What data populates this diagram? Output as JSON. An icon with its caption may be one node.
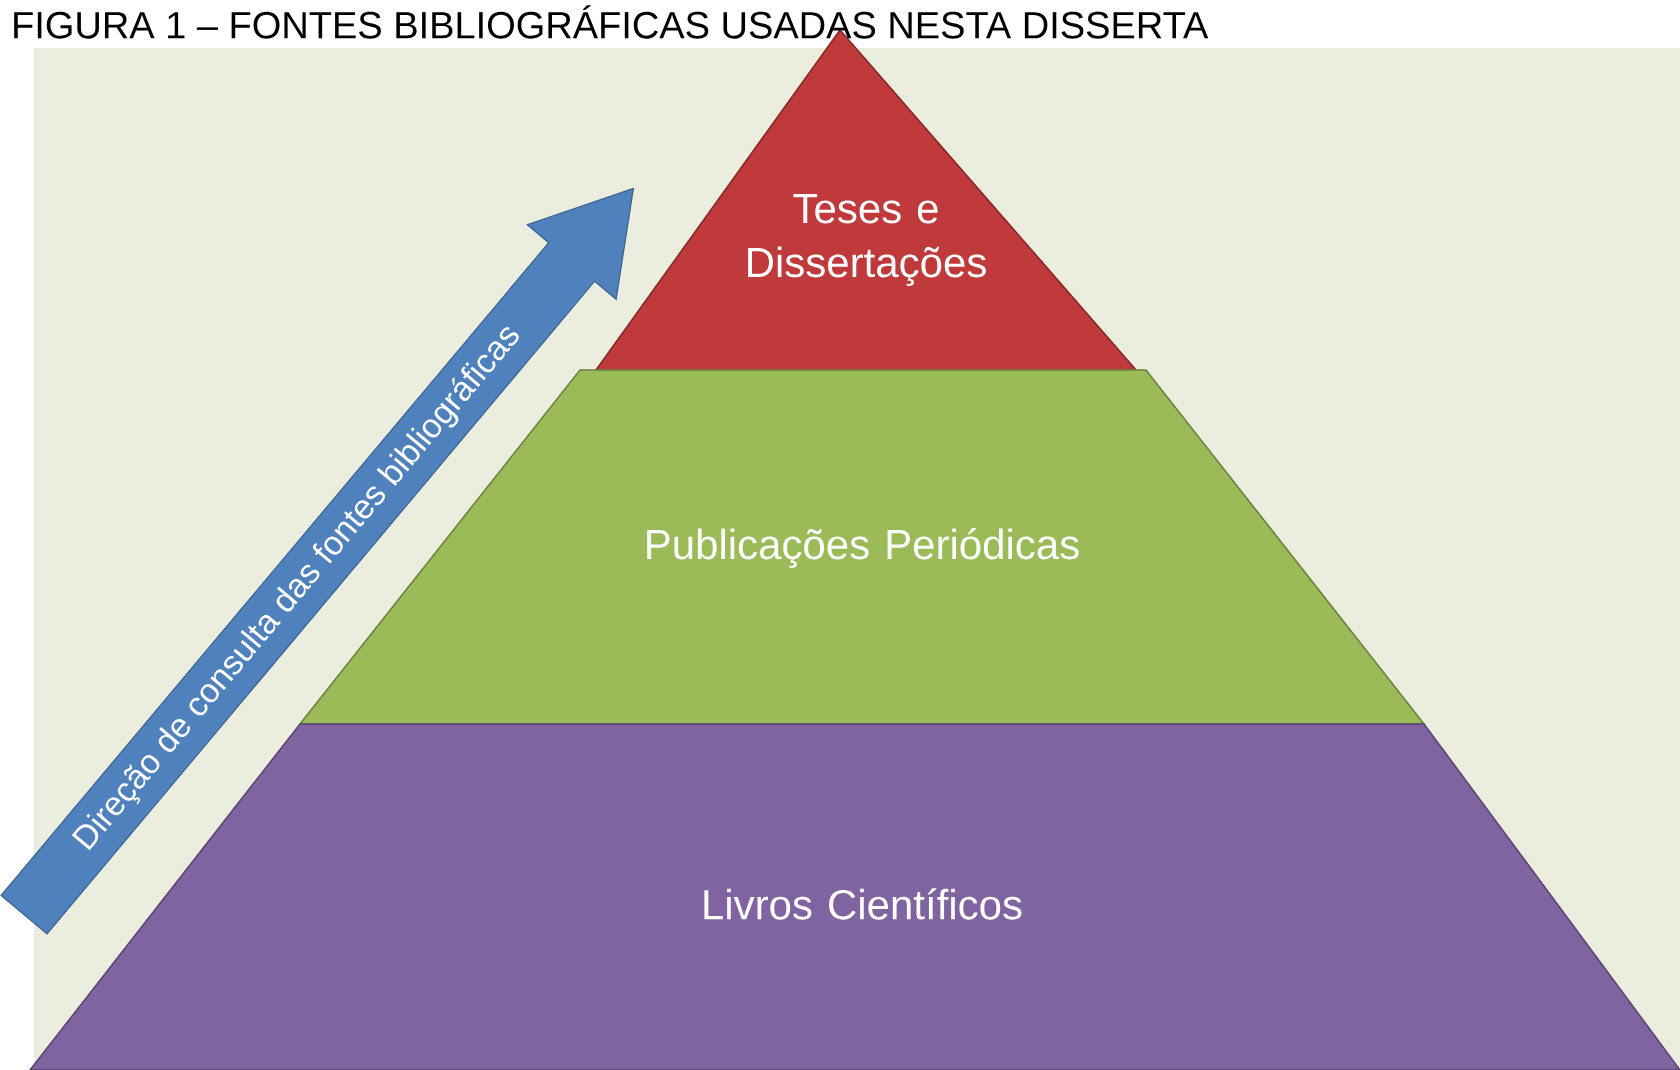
{
  "diagram": {
    "title": "FIGURA 1 – FONTES BIBLIOGRÁFICAS USADAS NESTA DISSERTA",
    "nodes": [
      {
        "text": [
          "Teses e Dissertações"
        ]
      },
      {
        "text": [
          "Publicações Periódicas"
        ]
      },
      {
        "text": [
          "Livros Científicos"
        ]
      }
    ],
    "labels": [
      "Direção de consulta das fontes bibliográficas"
    ]
  }
}
